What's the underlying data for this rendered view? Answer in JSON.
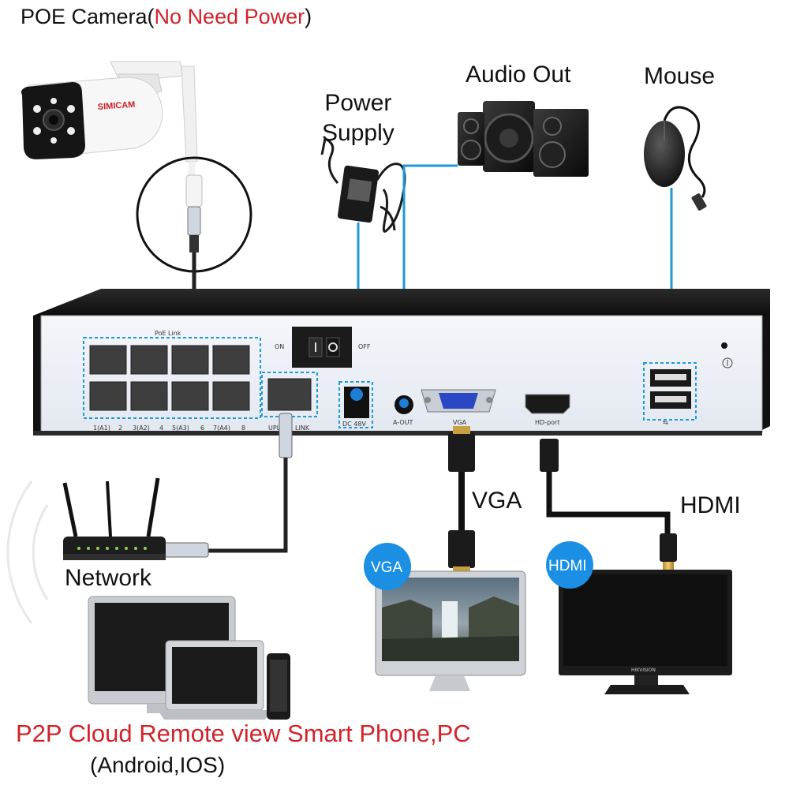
{
  "camera": {
    "title_prefix": "POE Camera(",
    "title_highlight": "No Need Power",
    "title_suffix": ")",
    "brand": "SIMICAM"
  },
  "labels": {
    "power_supply_line1": "Power",
    "power_supply_line2": "Supply",
    "audio_out": "Audio Out",
    "mouse": "Mouse",
    "vga": "VGA",
    "hdmi": "HDMI",
    "network": "Network",
    "vga_badge": "VGA",
    "hdmi_badge": "HDMI"
  },
  "nvr": {
    "poe_link": "PoE Link",
    "on": "ON",
    "off": "OFF",
    "ports": [
      "1(A1)",
      "2",
      "3(A2)",
      "4",
      "5(A3)",
      "6",
      "7(A4)",
      "8"
    ],
    "uplink": "UPLINK",
    "link": "LINK",
    "dc": "DC 48V",
    "aout": "A-OUT",
    "vga_port": "VGA",
    "hd_port": "HD-port"
  },
  "monitor_brand": "HIKVISION",
  "footer": {
    "line1": "P2P Cloud Remote view Smart Phone,PC",
    "line2": "(Android,IOS)"
  },
  "colors": {
    "accent_red": "#d2232a",
    "cable_blue": "#1e9ad6",
    "badge_blue": "#1a8fe3",
    "panel": "#eef1f6"
  }
}
